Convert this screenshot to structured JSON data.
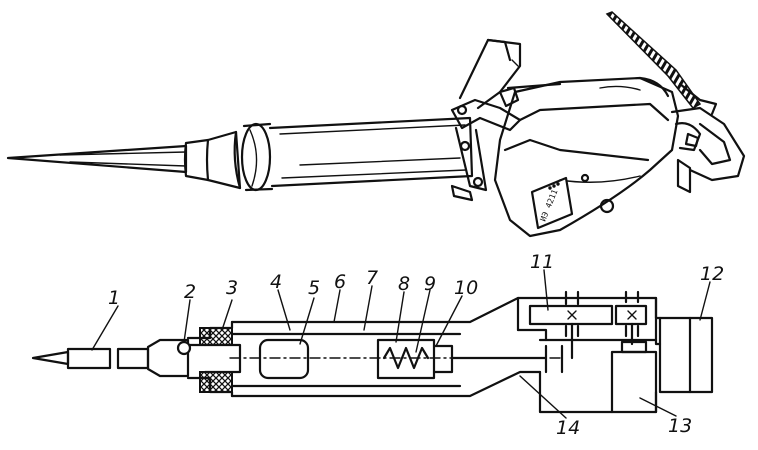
{
  "figure": {
    "labels": [
      "1",
      "2",
      "3",
      "4",
      "5",
      "6",
      "7",
      "8",
      "9",
      "10",
      "11",
      "12",
      "13",
      "14"
    ],
    "nameplate_text": "ИЭ 4211"
  }
}
